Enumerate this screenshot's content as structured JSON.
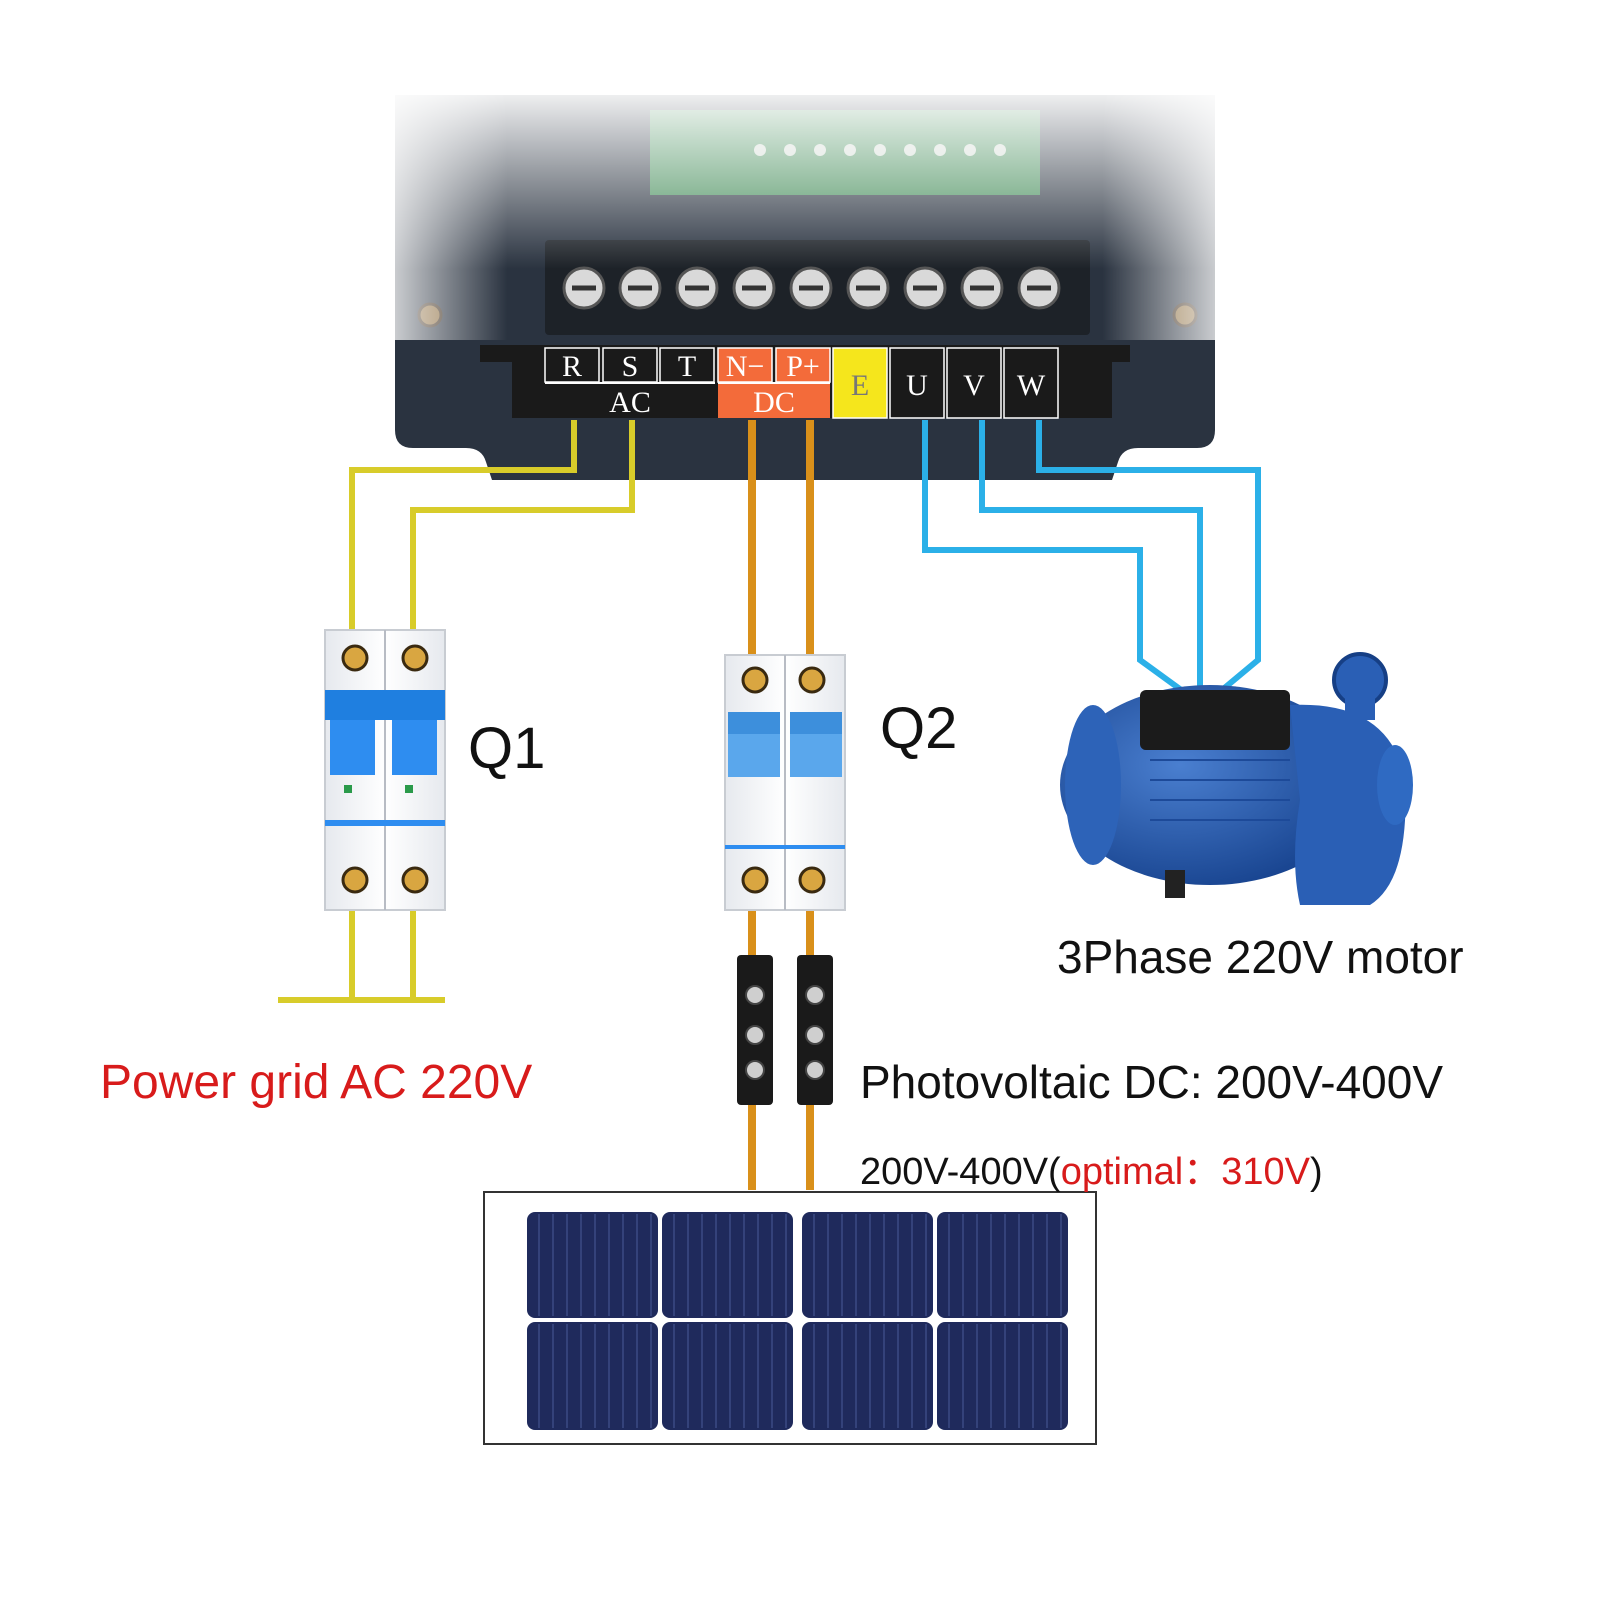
{
  "terminal_block": {
    "terminals": [
      {
        "label": "R",
        "fill": "#1a1a1a",
        "color": "#ffffff"
      },
      {
        "label": "S",
        "fill": "#1a1a1a",
        "color": "#ffffff"
      },
      {
        "label": "T",
        "fill": "#1a1a1a",
        "color": "#ffffff"
      },
      {
        "label": "N−",
        "fill": "#f36b3a",
        "color": "#ffffff"
      },
      {
        "label": "P+",
        "fill": "#f36b3a",
        "color": "#ffffff"
      },
      {
        "label": "E",
        "fill": "#f5e61c",
        "color": "#777777"
      },
      {
        "label": "U",
        "fill": "#1a1a1a",
        "color": "#ffffff"
      },
      {
        "label": "V",
        "fill": "#1a1a1a",
        "color": "#ffffff"
      },
      {
        "label": "W",
        "fill": "#1a1a1a",
        "color": "#ffffff"
      }
    ],
    "group_ac": "AC",
    "group_dc": "DC"
  },
  "breaker_q1": {
    "label": "Q1"
  },
  "breaker_q2": {
    "label": "Q2"
  },
  "motor": {
    "label": "3Phase 220V motor"
  },
  "grid": {
    "label": "Power grid AC 220V"
  },
  "pv": {
    "label": "Photovoltaic DC: 200V-400V",
    "range_prefix": "200V-400V(",
    "range_optimal": "optimal：310V",
    "range_suffix": ")"
  },
  "colors": {
    "ac_wire": "#d8cc2a",
    "dc_wire": "#d9901a",
    "motor_wire": "#2bb0e8",
    "warning_red": "#d81b1b",
    "dc_terminal": "#f36b3a",
    "earth_terminal": "#f5e61c"
  }
}
